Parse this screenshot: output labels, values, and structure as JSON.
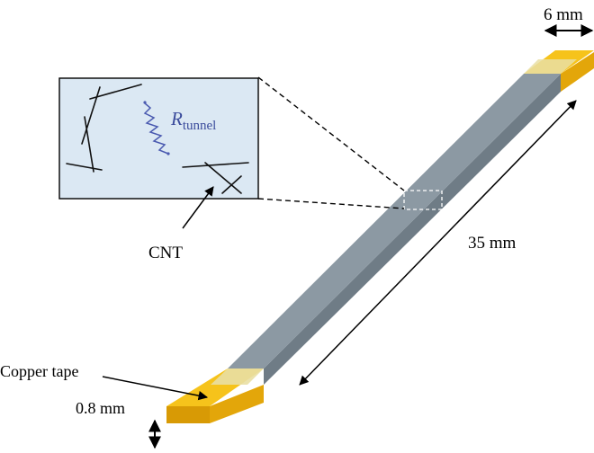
{
  "labels": {
    "width": "6 mm",
    "length": "35 mm",
    "thickness": "0.8 mm",
    "copper_tape": "Copper tape",
    "cnt": "CNT",
    "r_main": "R",
    "r_sub": "tunnel"
  },
  "colors": {
    "strip_top": "#8c99a3",
    "strip_side": "#6f7c86",
    "copper_top": "#f6c31b",
    "copper_side": "#e3a60a",
    "copper_overlap": "#e9dfa4",
    "inset_fill": "#dbe8f3",
    "resistor": "#4a5ab0"
  }
}
